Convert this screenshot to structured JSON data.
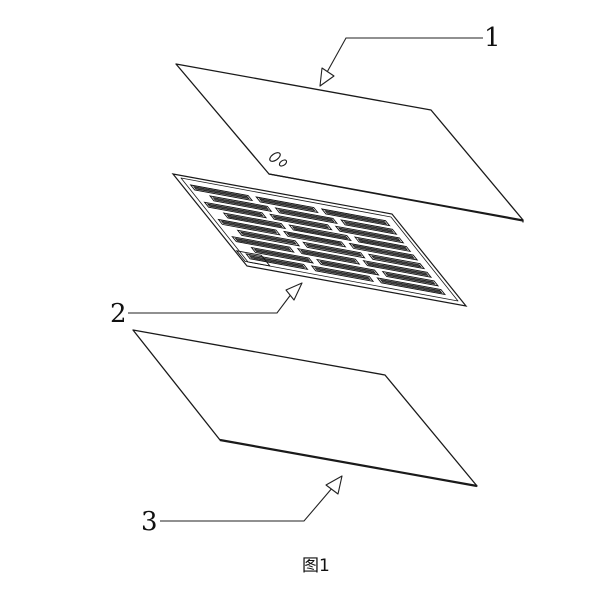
{
  "figure": {
    "caption": "图1",
    "callouts": [
      {
        "id": "1",
        "label": "1"
      },
      {
        "id": "2",
        "label": "2"
      },
      {
        "id": "3",
        "label": "3"
      }
    ],
    "colors": {
      "line": "#1a1a1a",
      "background": "#ffffff"
    }
  }
}
